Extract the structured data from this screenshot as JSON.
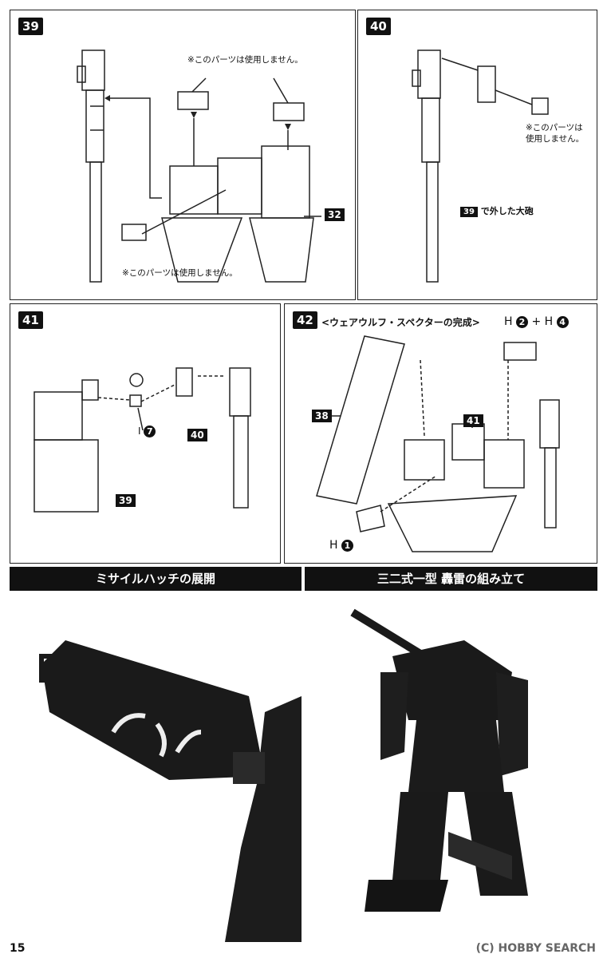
{
  "steps": {
    "s39": {
      "number": "39",
      "note_top": "※このパーツは使用しません。",
      "note_bottom": "※このパーツは使用しません。",
      "callout": "32"
    },
    "s40": {
      "number": "40",
      "note": "※このパーツは\n使用しません。",
      "callout": "39",
      "callout_text": "で外した大砲"
    },
    "s41": {
      "number": "41",
      "part_letter": "I",
      "part_num": "7",
      "callout_40": "40",
      "callout_39": "39"
    },
    "s42": {
      "number": "42",
      "title": "<ウェアウルフ・スペクターの完成>",
      "callout_38": "38",
      "callout_41": "41",
      "part_top_a": "H",
      "part_top_a_num": "2",
      "plus": "+",
      "part_top_b": "H",
      "part_top_b_num": "4",
      "part_bottom": "H",
      "part_bottom_num": "1"
    }
  },
  "photos": {
    "left_title": "ミサイルハッチの展開",
    "right_title": "三二式一型 轟雷の組み立て"
  },
  "footer": {
    "page_number": "15",
    "watermark": "(C) HOBBY SEARCH"
  }
}
